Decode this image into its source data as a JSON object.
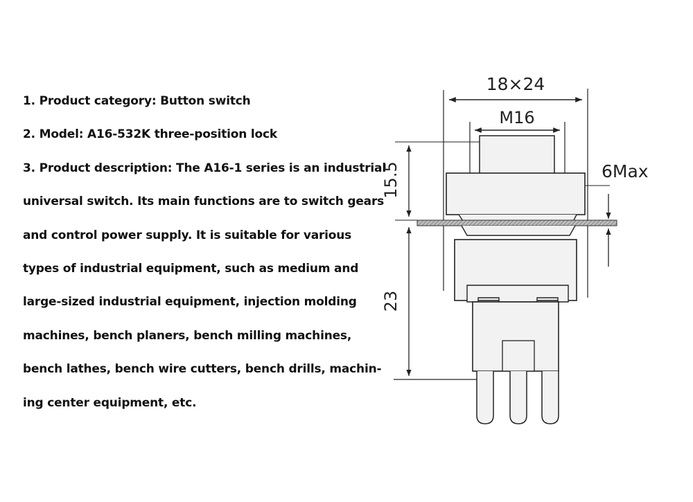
{
  "description": {
    "lines": [
      "1. Product category: Button switch",
      "2. Model: A16-532K three-position lock",
      "3. Product description: The A16-1 series is an industrial",
      "universal switch. Its main functions are to switch gears",
      "and control power supply. It is suitable for various",
      "types of industrial equipment, such as medium and",
      "large-sized industrial equipment, injection molding",
      "machines, bench planers, bench milling machines,",
      "bench lathes, bench wire cutters, bench drills, machin-",
      "ing center equipment, etc."
    ]
  },
  "diagram": {
    "dim_width": "18×24",
    "dim_thread": "M16",
    "dim_top_height": "15.5",
    "dim_panel": "6Max",
    "dim_bottom_height": "23"
  },
  "colors": {
    "text": "#111111",
    "line": "#222222",
    "body_fill": "#f2f2f2",
    "panel_fill": "#9a9a9a"
  }
}
